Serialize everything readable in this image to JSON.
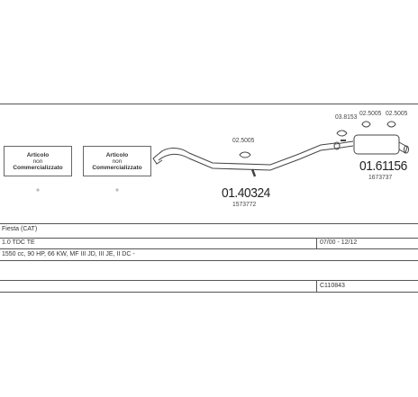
{
  "placeholder_boxes": [
    {
      "line1": "Articolo",
      "line2": "non",
      "line3": "Commercializzato"
    },
    {
      "line1": "Articolo",
      "line2": "non",
      "line3": "Commercializzato"
    }
  ],
  "parts": {
    "front_pipe_code": "01.40324",
    "front_pipe_ref": "1573772",
    "rear_silencer_code": "01.61156",
    "rear_silencer_ref": "1673737",
    "clamp_front": "02.5005",
    "bracket_top_left": "03.8153",
    "bracket_top_mid": "02.5005",
    "bracket_top_right": "02.5005"
  },
  "vehicle_rows": {
    "model": "Fiesta (CAT)",
    "engine": "1.0 TDC TE",
    "years": "07/00 - 12/12",
    "specs": "1550 cc, 90 HP, 66 KW, MF III JD, III JE, II DC -",
    "catalog_code": "C110843"
  }
}
